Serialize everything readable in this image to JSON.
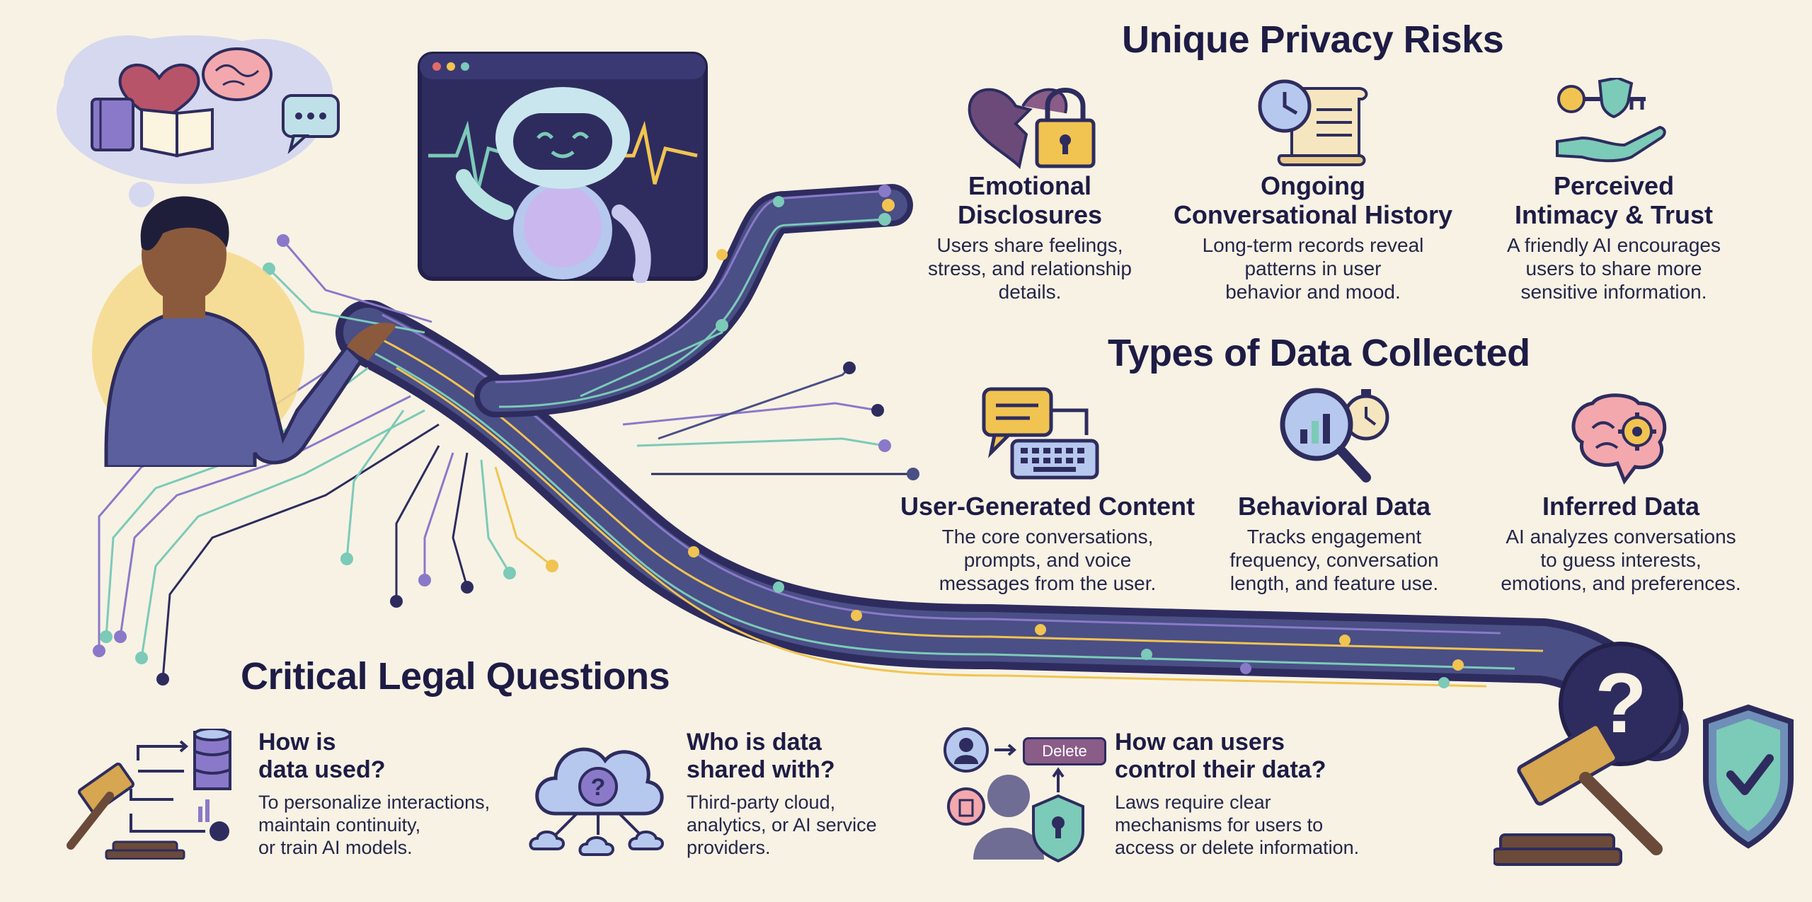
{
  "sections": {
    "risks": {
      "title": "Unique Privacy Risks",
      "items": [
        {
          "title_lines": [
            "Emotional",
            "Disclosures"
          ],
          "desc_lines": [
            "Users share feelings,",
            "stress, and relationship",
            "details."
          ],
          "icon": "broken-heart-lock-icon"
        },
        {
          "title_lines": [
            "Ongoing",
            "Conversational History"
          ],
          "desc_lines": [
            "Long-term records reveal",
            "patterns in user",
            "behavior and mood."
          ],
          "icon": "clock-scroll-icon"
        },
        {
          "title_lines": [
            "Perceived",
            "Intimacy & Trust"
          ],
          "desc_lines": [
            "A friendly AI encourages",
            "users to share more",
            "sensitive information."
          ],
          "icon": "hand-key-icon"
        }
      ]
    },
    "data_types": {
      "title": "Types of Data Collected",
      "items": [
        {
          "title_lines": [
            "User-Generated Content"
          ],
          "desc_lines": [
            "The core conversations,",
            "prompts, and voice",
            "messages from the user."
          ],
          "icon": "chat-keyboard-icon"
        },
        {
          "title_lines": [
            "Behavioral Data"
          ],
          "desc_lines": [
            "Tracks engagement",
            "frequency, conversation",
            "length, and feature use."
          ],
          "icon": "magnifier-stopwatch-icon"
        },
        {
          "title_lines": [
            "Inferred Data"
          ],
          "desc_lines": [
            "AI analyzes conversations",
            "to guess interests,",
            "emotions, and preferences."
          ],
          "icon": "brain-gear-icon"
        }
      ]
    },
    "legal": {
      "title": "Critical Legal Questions",
      "items": [
        {
          "title_lines": [
            "How is",
            "data used?"
          ],
          "desc_lines": [
            "To personalize interactions,",
            "maintain continuity,",
            "or train AI models."
          ],
          "icon": "gavel-database-icon"
        },
        {
          "title_lines": [
            "Who is data",
            "shared with?"
          ],
          "desc_lines": [
            "Third-party cloud,",
            "analytics, or AI service",
            "providers."
          ],
          "icon": "cloud-question-icon"
        },
        {
          "title_lines": [
            "How can users",
            "control their data?"
          ],
          "desc_lines": [
            "Laws require clear",
            "mechanisms for users to",
            "access or delete information."
          ],
          "icon": "user-delete-shield-icon"
        }
      ],
      "delete_button_label": "Delete"
    }
  },
  "colors": {
    "background": "#f7f2e4",
    "navy": "#2e2c5e",
    "purple": "#8a79c8",
    "teal": "#7ccab8",
    "gold": "#f1c451",
    "heading": "#1e1c45"
  }
}
